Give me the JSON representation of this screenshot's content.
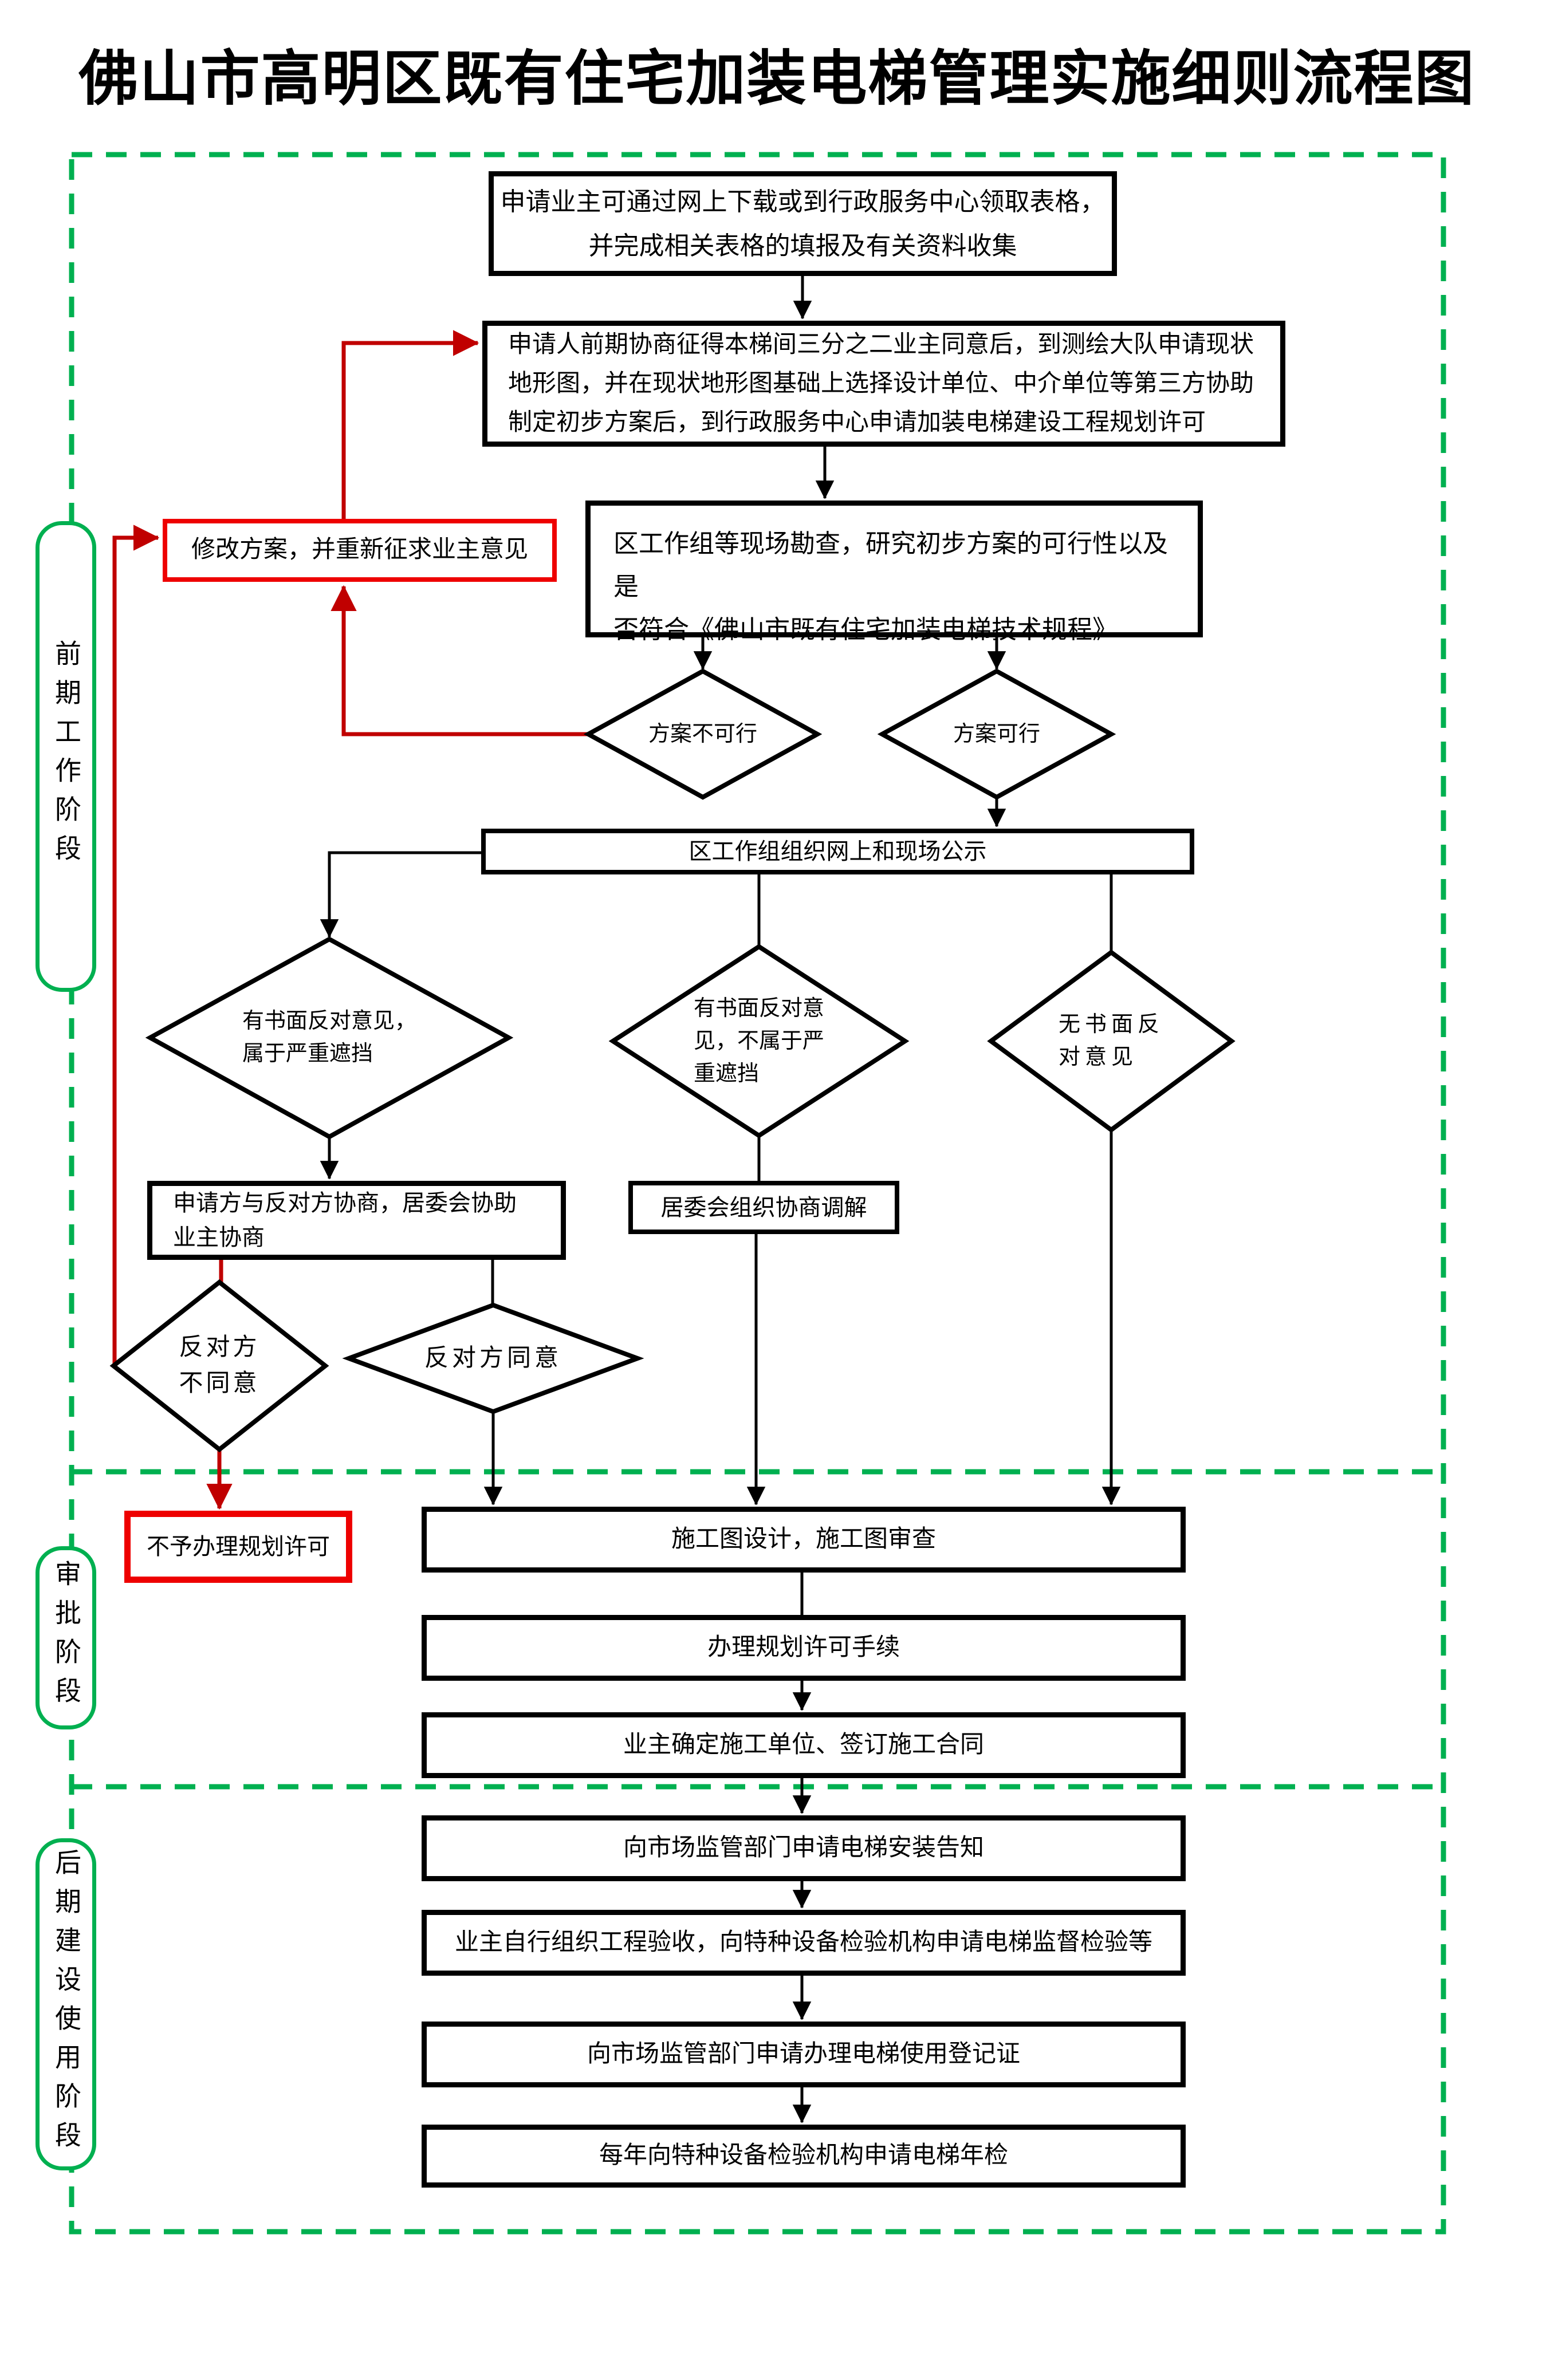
{
  "title": "佛山市高明区既有住宅加装电梯管理实施细则流程图",
  "stages": {
    "pre": "前期工作阶段",
    "approval": "审批阶段",
    "post": "后期建设使用阶段"
  },
  "nodes": {
    "download": {
      "line1": "申请业主可通过网上下载或到行政服务中心领取表格，",
      "line2": "并完成相关表格的填报及有关资料收集"
    },
    "pre_negotiate": {
      "line1": "申请人前期协商征得本梯间三分之二业主同意后，到测绘大队申请现状",
      "line2": "地形图，并在现状地形图基础上选择设计单位、中介单位等第三方协助",
      "line3": "制定初步方案后，到行政服务中心申请加装电梯建设工程规划许可"
    },
    "survey": {
      "line1": "区工作组等现场勘查，研究初步方案的可行性以及是",
      "line2": "否符合《佛山市既有住宅加装电梯技术规程》"
    },
    "modify": {
      "label": "修改方案，并重新征求业主意见"
    },
    "infeasible": {
      "label": "方案不可行"
    },
    "feasible": {
      "label": "方案可行"
    },
    "publicity": {
      "label": "区工作组组织网上和现场公示"
    },
    "objection_severe": {
      "line1": "有书面反对意见，",
      "line2": "属于严重遮挡"
    },
    "objection_minor": {
      "line1": "有书面反对意",
      "line2": "见，不属于严",
      "line3": "重遮挡"
    },
    "no_objection": {
      "line1": "无书面反",
      "line2": "对意见"
    },
    "negotiate": {
      "line1": "申请方与反对方协商，居委会协助",
      "line2": "业主协商"
    },
    "mediation": {
      "label": "居委会组织协商调解"
    },
    "disagree": {
      "line1": "反对方",
      "line2": "不同意"
    },
    "agree": {
      "label": "反对方同意"
    },
    "no_permit": {
      "label": "不予办理规划许可"
    },
    "design": {
      "label": "施工图设计，施工图审查"
    },
    "permit": {
      "label": "办理规划许可手续"
    },
    "contract": {
      "label": "业主确定施工单位、签订施工合同"
    },
    "notify": {
      "label": "向市场监管部门申请电梯安装告知"
    },
    "acceptance": {
      "label": "业主自行组织工程验收，向特种设备检验机构申请电梯监督检验等"
    },
    "register": {
      "label": "向市场监管部门申请办理电梯使用登记证"
    },
    "annual": {
      "label": "每年向特种设备检验机构申请电梯年检"
    }
  },
  "colors": {
    "flow_line": "#000000",
    "revision_line": "#c00000",
    "highlight_border": "#ee0000",
    "stage_green": "#00b050"
  }
}
